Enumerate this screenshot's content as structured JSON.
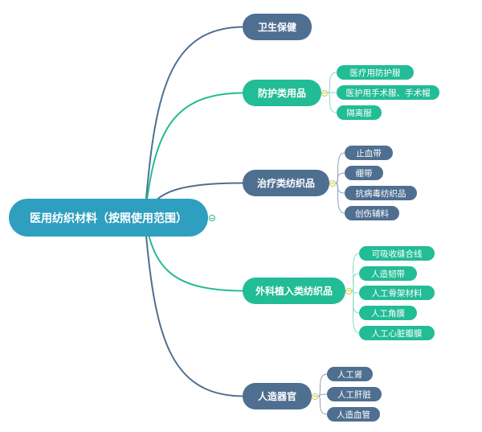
{
  "root": {
    "label": "医用纺织材料（按照使用范围）"
  },
  "colors": {
    "root": "#2f9fbf",
    "green": "#22bc96",
    "slate": "#4f6f90"
  },
  "branches": [
    {
      "id": "hygiene",
      "label": "卫生保健",
      "color": "slate",
      "children": []
    },
    {
      "id": "protective",
      "label": "防护类用品",
      "color": "green",
      "children": [
        "医疗用防护服",
        "医护用手术服、手术帽",
        "隔离服"
      ]
    },
    {
      "id": "treatment",
      "label": "治疗类纺织品",
      "color": "slate",
      "children": [
        "止血带",
        "绷带",
        "抗病毒纺织品",
        "创伤辅料"
      ]
    },
    {
      "id": "implant",
      "label": "外科植入类纺织品",
      "color": "green",
      "children": [
        "可吸收缝合线",
        "人造韧带",
        "人工骨架材料",
        "人工角膜",
        "人工心脏瓣膜"
      ]
    },
    {
      "id": "organs",
      "label": "人造器官",
      "color": "slate",
      "children": [
        "人工肾",
        "人工肝脏",
        "人造血管"
      ]
    }
  ]
}
